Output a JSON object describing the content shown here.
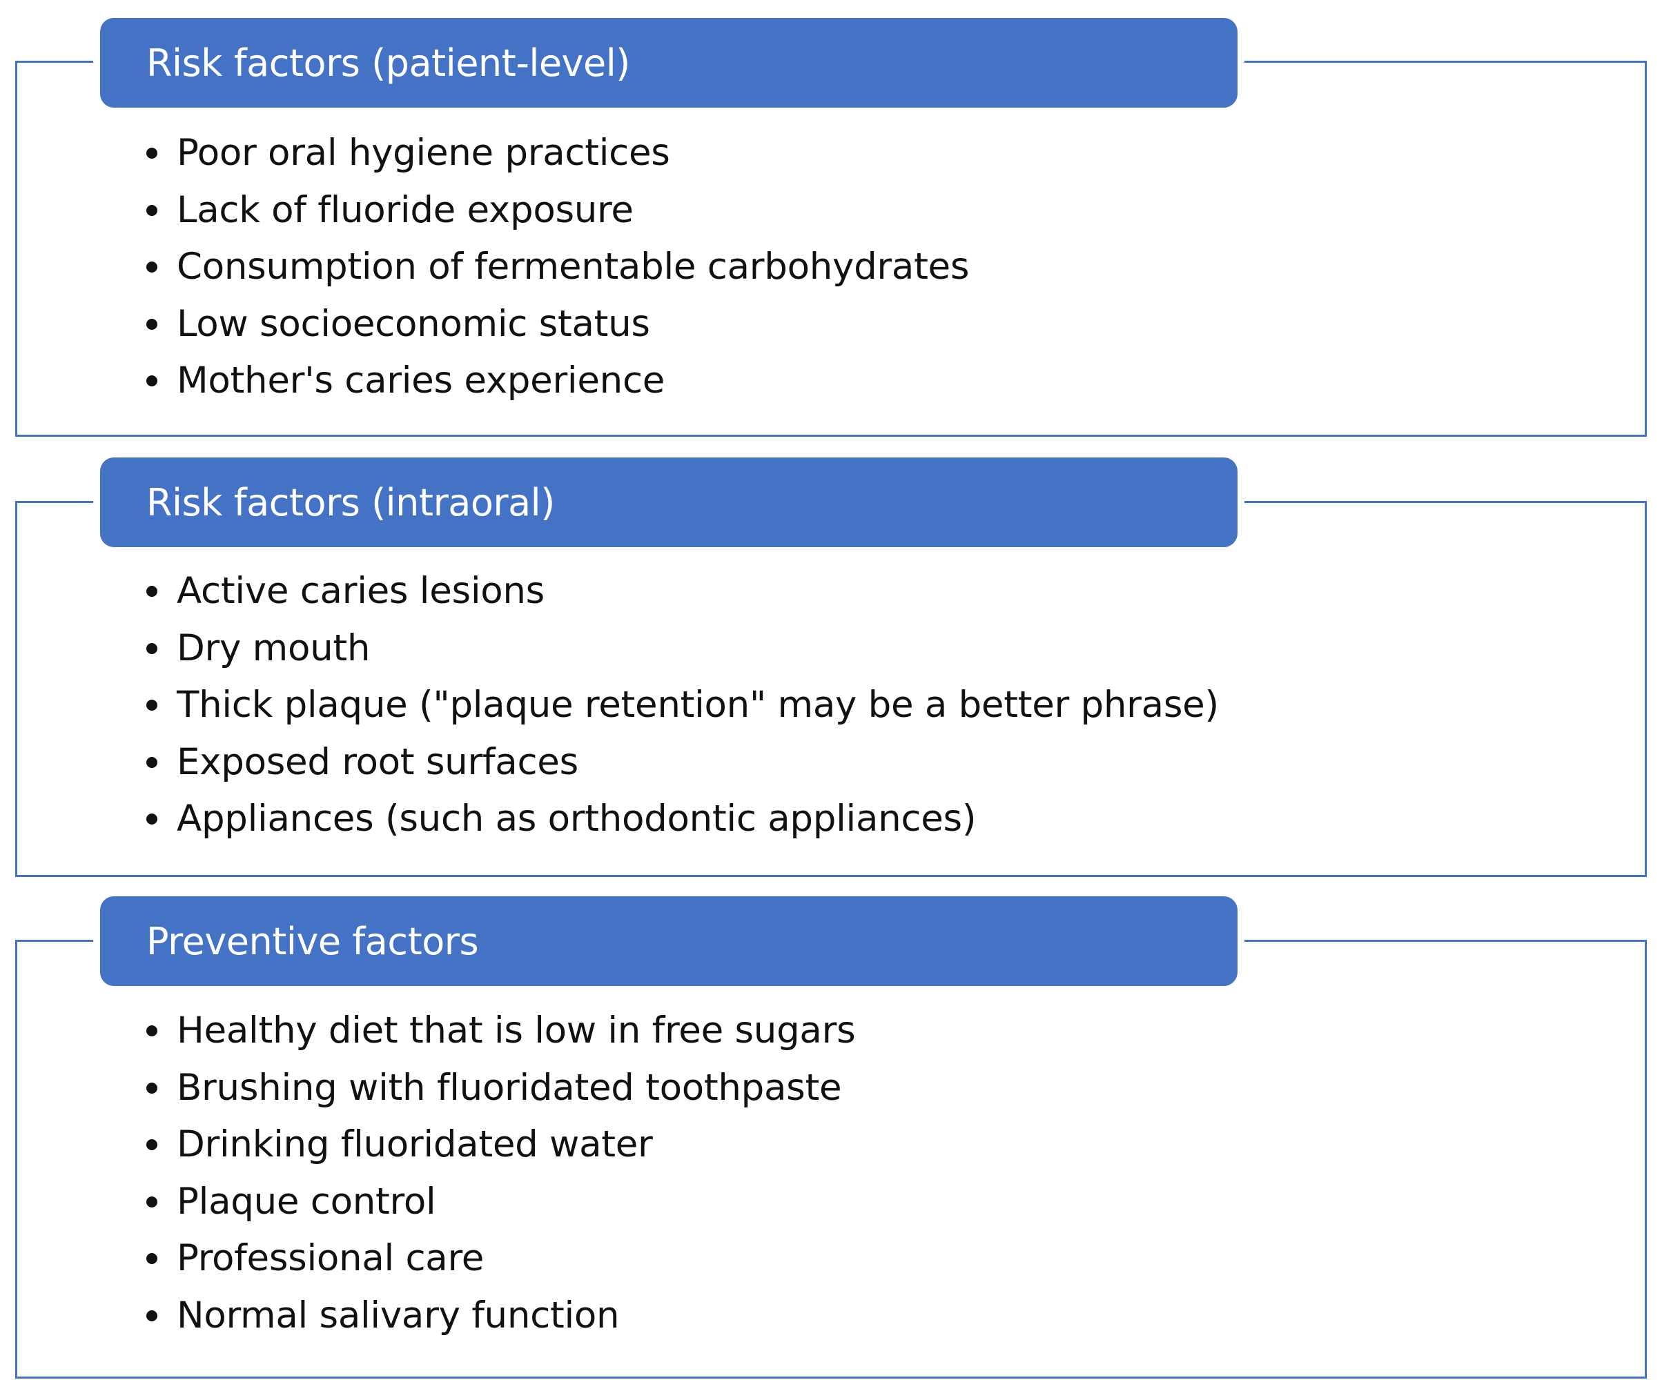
{
  "accent_color": "#4472c4",
  "sections": [
    {
      "title": "Risk factors (patient-level)",
      "items": [
        "Poor oral hygiene practices",
        "Lack of fluoride exposure",
        "Consumption of fermentable carbohydrates",
        "Low socioeconomic status",
        "Mother's caries experience"
      ]
    },
    {
      "title": "Risk factors (intraoral)",
      "items": [
        "Active caries lesions",
        "Dry mouth",
        "Thick plaque (\"plaque retention\" may be a better phrase)",
        "Exposed root surfaces",
        "Appliances (such as orthodontic appliances)"
      ]
    },
    {
      "title": "Preventive factors",
      "items": [
        "Healthy diet that is low in free sugars",
        "Brushing with fluoridated toothpaste",
        "Drinking fluoridated water",
        "Plaque control",
        "Professional care",
        "Normal salivary function"
      ]
    }
  ]
}
